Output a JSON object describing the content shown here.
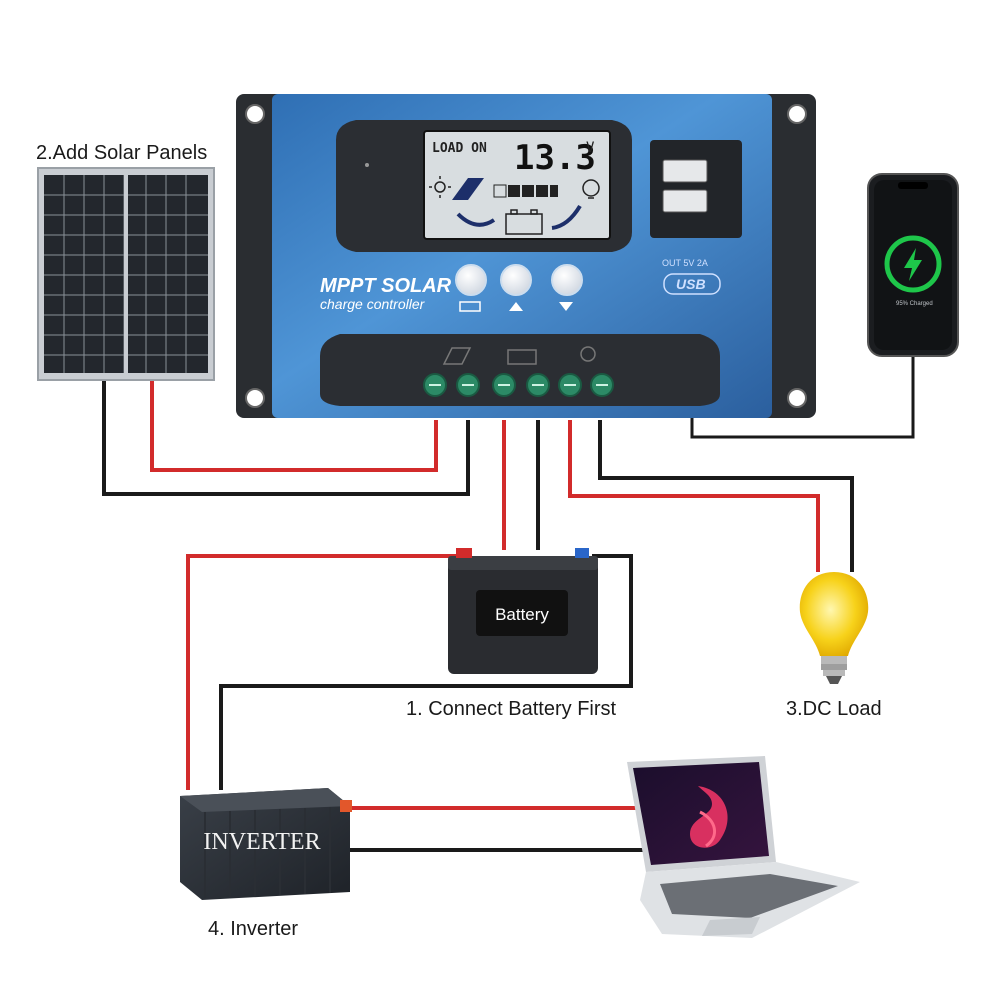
{
  "labels": {
    "solar_panels": "2.Add Solar Panels",
    "connect_battery": "1. Connect Battery First",
    "dc_load": "3.DC Load",
    "inverter": "4. Inverter"
  },
  "controller": {
    "brand_line1": "MPPT SOLAR",
    "brand_line2": "charge controller",
    "lcd_status": "LOAD ON",
    "lcd_value": "13.3",
    "lcd_unit": "V",
    "usb_spec": "OUT 5V 2A",
    "usb_logo": "USB"
  },
  "battery": {
    "label": "Battery"
  },
  "inverter_device": {
    "label": "INVERTER"
  },
  "phone": {
    "charge_status": "95% Charged"
  },
  "colors": {
    "positive_wire": "#d22b2b",
    "negative_wire": "#1a1a1a",
    "controller_blue": "#3f84c8",
    "lcd_bg": "#d8dde0",
    "terminal_green": "#2c8a66",
    "phone_charge_green": "#1ec64a"
  }
}
